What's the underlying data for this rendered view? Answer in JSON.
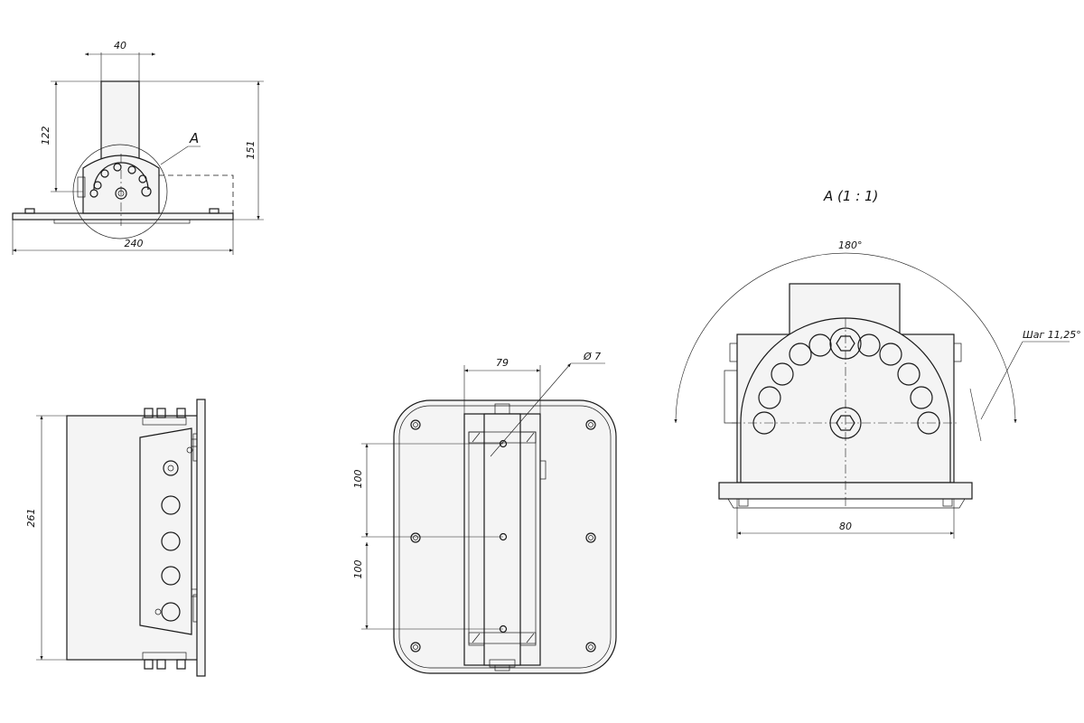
{
  "dimensions": {
    "width_top": "40",
    "height_tube": "122",
    "height_total": "151",
    "base_length": "240",
    "side_height": "261",
    "plate_width": "79",
    "spacing_1": "100",
    "spacing_2": "100",
    "hole_diameter": "Ø 7",
    "detail_width": "80",
    "detail_angle": "180°",
    "detail_step": "Шаг 11,25°"
  },
  "labels": {
    "detail_marker": "A",
    "detail_title": "A (1 : 1)"
  }
}
